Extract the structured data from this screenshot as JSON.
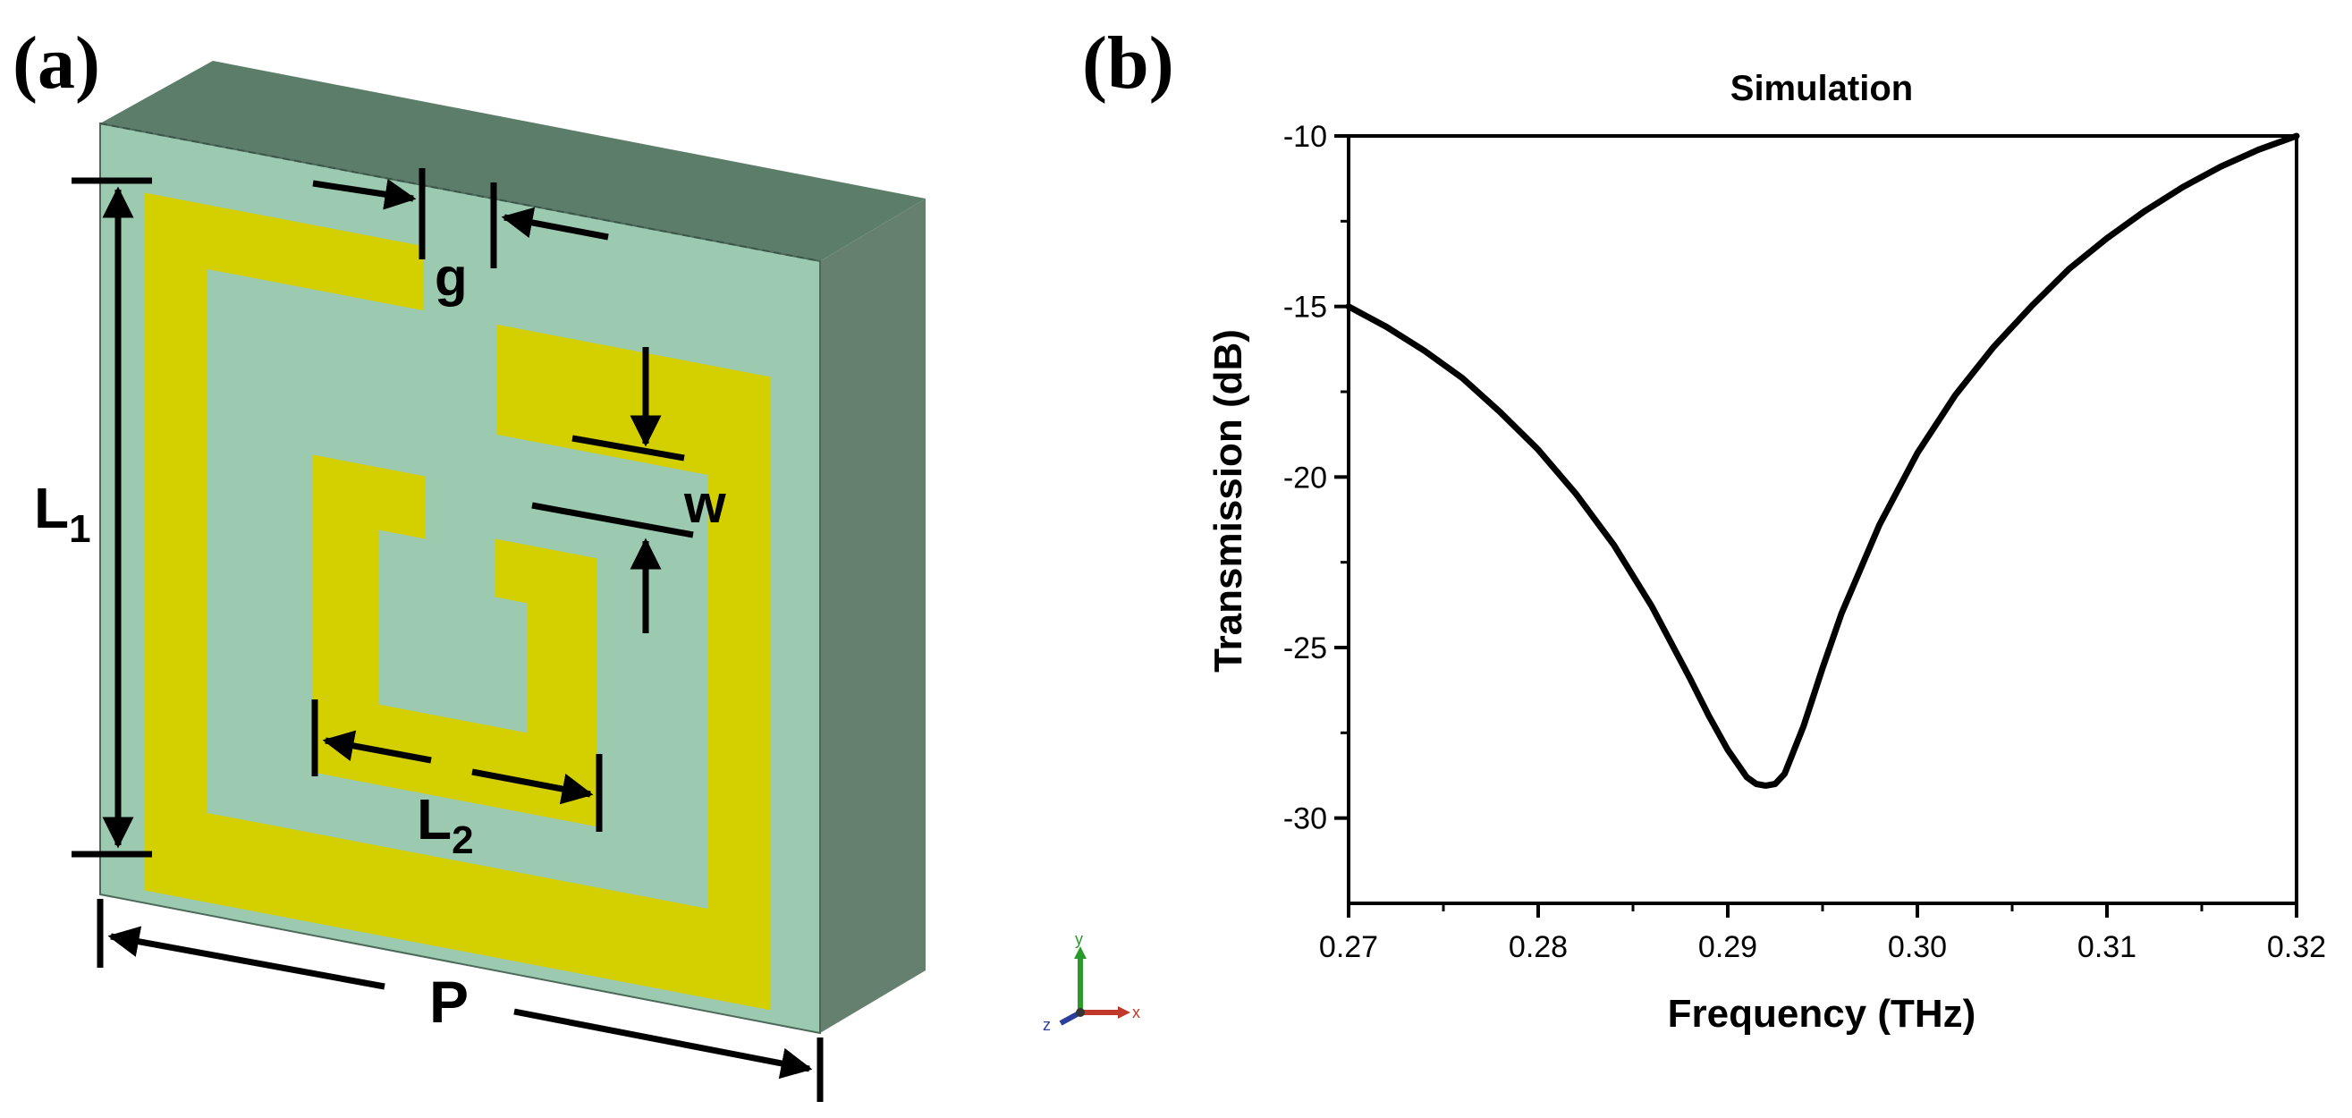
{
  "panel_a": {
    "label": "(a)",
    "dimensions": {
      "g": "g",
      "w": "w",
      "L1_main": "L",
      "L1_sub": "1",
      "L2_main": "L",
      "L2_sub": "2",
      "P": "P"
    },
    "axes_triad": {
      "y": "y",
      "z": "z",
      "x": "x"
    },
    "colors": {
      "substrate_face": "#9ccab1",
      "substrate_top": "#5d7d6b",
      "substrate_side": "#66806f",
      "metal": "#d4d000"
    }
  },
  "panel_b": {
    "label": "(b)"
  },
  "chart_data": {
    "type": "line",
    "title": "Simulation",
    "xlabel": "Frequency (THz)",
    "ylabel": "Transmission (dB)",
    "xlim": [
      0.27,
      0.32
    ],
    "ylim": [
      -32.5,
      -10
    ],
    "xticks": [
      "0.27",
      "0.28",
      "0.29",
      "0.30",
      "0.31",
      "0.32"
    ],
    "yticks": [
      "-10",
      "-15",
      "-20",
      "-25",
      "-30"
    ],
    "grid": false,
    "series": [
      {
        "color": "#000000",
        "x": [
          0.27,
          0.272,
          0.274,
          0.276,
          0.278,
          0.28,
          0.282,
          0.284,
          0.286,
          0.288,
          0.289,
          0.29,
          0.291,
          0.2915,
          0.292,
          0.2925,
          0.293,
          0.294,
          0.295,
          0.296,
          0.298,
          0.3,
          0.302,
          0.304,
          0.306,
          0.308,
          0.31,
          0.312,
          0.314,
          0.316,
          0.318,
          0.32
        ],
        "y": [
          -15.0,
          -15.6,
          -16.3,
          -17.1,
          -18.1,
          -19.2,
          -20.5,
          -22.0,
          -23.8,
          -25.9,
          -27.0,
          -28.0,
          -28.8,
          -29.0,
          -29.05,
          -29.0,
          -28.7,
          -27.3,
          -25.6,
          -24.0,
          -21.4,
          -19.3,
          -17.6,
          -16.2,
          -15.0,
          -13.9,
          -13.0,
          -12.2,
          -11.5,
          -10.9,
          -10.4,
          -10.0
        ]
      }
    ]
  }
}
